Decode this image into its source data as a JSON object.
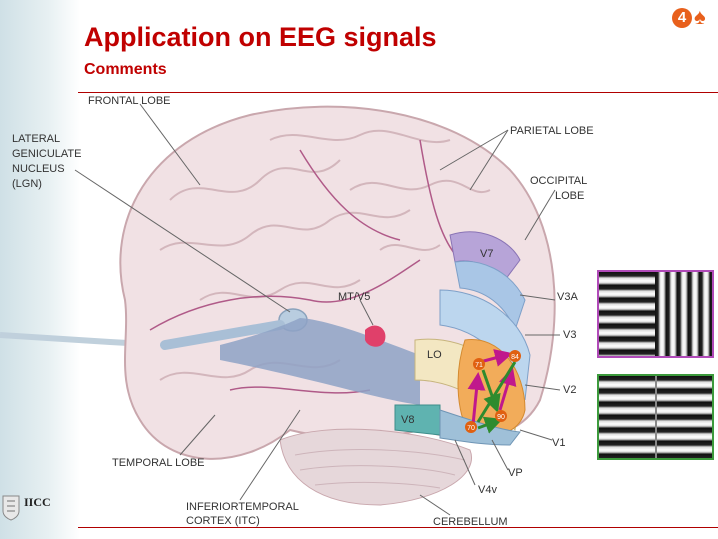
{
  "slide": {
    "title": "Application on EEG signals",
    "subtitle": "Comments",
    "page_number": "4",
    "corner_symbol": "♠"
  },
  "logo": {
    "text": "IICC"
  },
  "labels": {
    "frontal": "FRONTAL LOBE",
    "lgn": [
      "LATERAL",
      "GENICULATE",
      "NUCLEUS",
      "(LGN)"
    ],
    "parietal": "PARIETAL LOBE",
    "occipital": [
      "OCCIPITAL",
      "LOBE"
    ],
    "v7": "V7",
    "v3a": "V3A",
    "v3": "V3",
    "v2": "V2",
    "v1": "V1",
    "vp": "VP",
    "v4v": "V4v",
    "v8": "V8",
    "lo": "LO",
    "mtv5": "MT/V5",
    "temporal": "TEMPORAL LOBE",
    "itc": [
      "INFERIORTEMPORAL",
      "CORTEX (ITC)"
    ],
    "cerebellum": "CEREBELLUM"
  },
  "electrodes": [
    "71",
    "84",
    "90",
    "70"
  ],
  "colors": {
    "title": "#c00000",
    "badge": "#e8601c",
    "magenta_arrow": "#c0188c",
    "green_arrow": "#2e8b2e",
    "electrode": "#e06010"
  }
}
